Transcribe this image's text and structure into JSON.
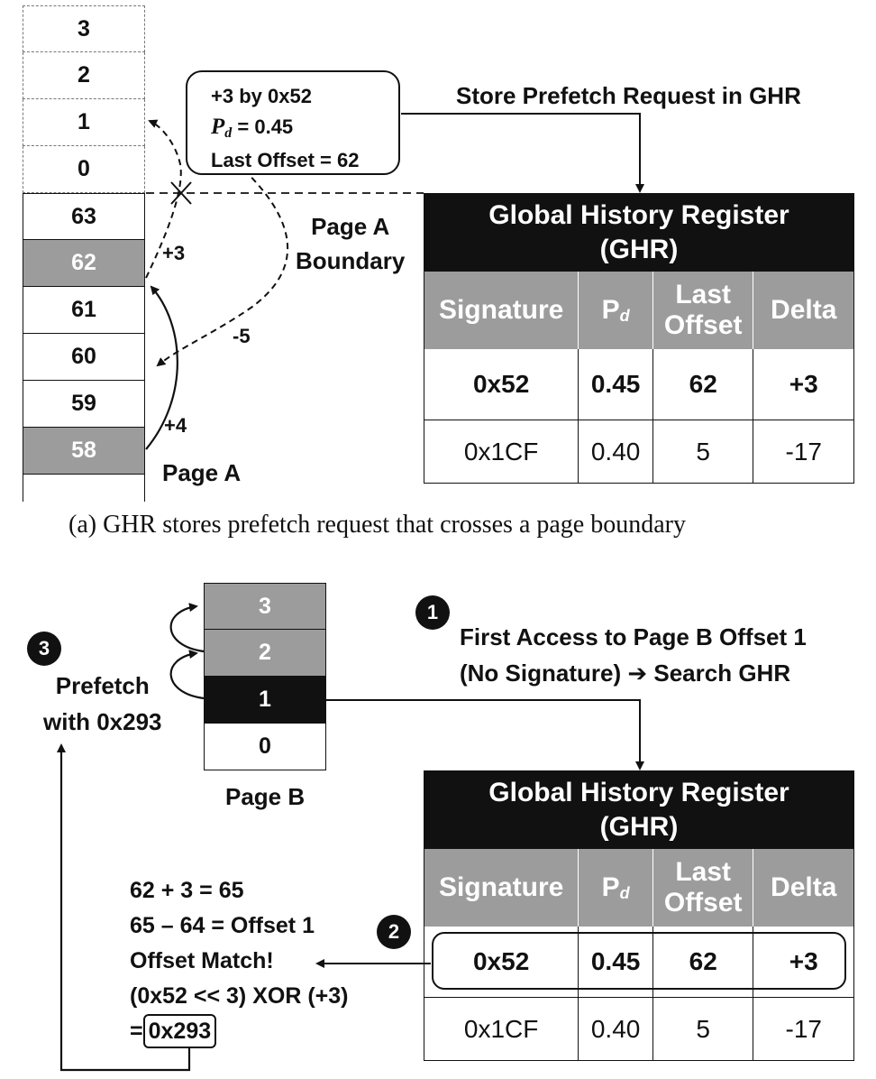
{
  "part_a": {
    "page_offsets": [
      "3",
      "2",
      "1",
      "0",
      "63",
      "62",
      "61",
      "60",
      "59",
      "58"
    ],
    "page_label": "Page A",
    "boundary_label": [
      "Page A",
      "Boundary"
    ],
    "deltas": {
      "plus4": "+4",
      "plus3": "+3",
      "minus5": "-5"
    },
    "callout": {
      "line1": "+3 by 0x52",
      "line2_symbol": "P",
      "line2_sub": "d",
      "line2_rest": " = 0.45",
      "line3": "Last Offset = 62"
    },
    "store_label": "Store Prefetch Request in GHR",
    "caption": "(a) GHR stores prefetch request that crosses a page boundary"
  },
  "part_b": {
    "page_offsets": [
      "3",
      "2",
      "1",
      "0"
    ],
    "page_label": "Page B",
    "step1_num": "1",
    "step1_line1": "First Access to Page B Offset 1",
    "step1_line2a": "(No Signature)",
    "step1_arrow": "➔",
    "step1_line2b": "Search GHR",
    "step2_num": "2",
    "calc": [
      "62 + 3 = 65",
      "65 – 64 = Offset 1",
      "Offset Match!",
      "(0x52 << 3) XOR (+3)"
    ],
    "result_eq": "=",
    "result_value": "0x293",
    "step3_num": "3",
    "prefetch_label": [
      "Prefetch",
      "with 0x293"
    ]
  },
  "ghr": {
    "title": [
      "Global History Register",
      "(GHR)"
    ],
    "headers": {
      "signature": "Signature",
      "pd_symbol": "P",
      "pd_sub": "d",
      "last_offset": [
        "Last",
        "Offset"
      ],
      "delta": "Delta"
    },
    "rows": [
      {
        "signature": "0x52",
        "pd": "0.45",
        "last_offset": "62",
        "delta": "+3"
      },
      {
        "signature": "0x1CF",
        "pd": "0.40",
        "last_offset": "5",
        "delta": "-17"
      }
    ]
  }
}
